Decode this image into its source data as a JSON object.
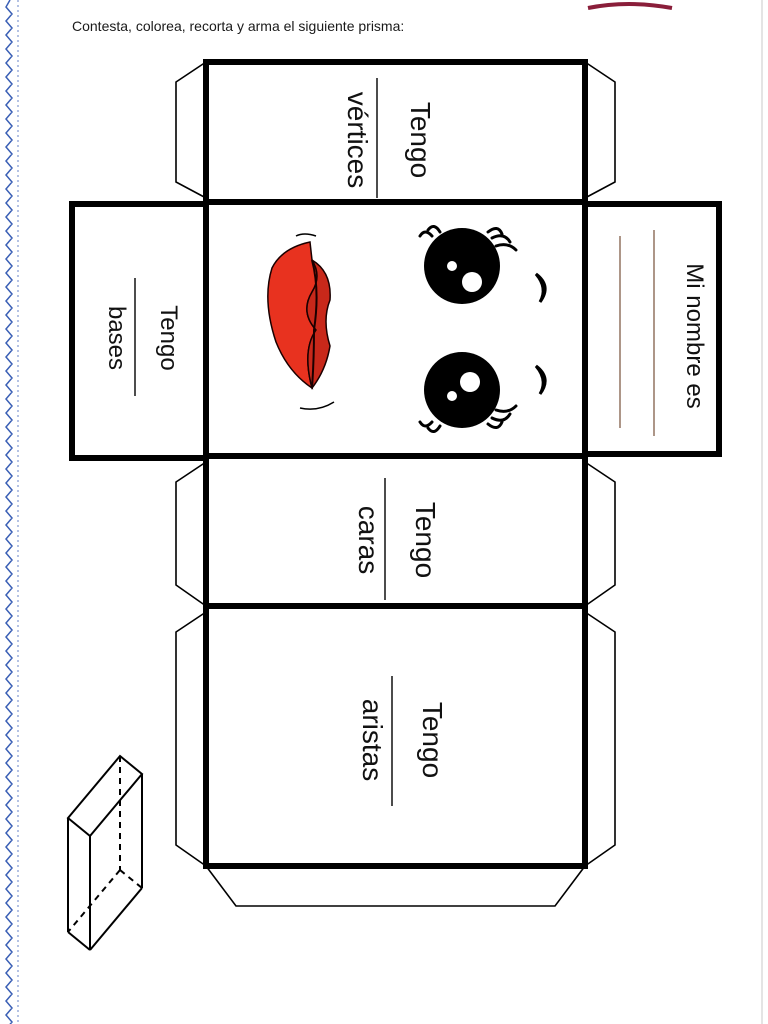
{
  "header": {
    "instructions": "Contesta, colorea, recorta y arma el siguiente prisma:"
  },
  "net": {
    "top_face": {
      "line1": "Tengo",
      "line2": "vértices"
    },
    "left_face": {
      "line1": "Tengo",
      "line2": "bases"
    },
    "right_face": {
      "line1": "Mi nombre es"
    },
    "middle_face": {
      "line1": "Tengo",
      "line2": "caras"
    },
    "bottom_face": {
      "line1": "Tengo",
      "line2": "aristas"
    }
  },
  "colors": {
    "lips_red": "#e8321f",
    "lips_dark": "#b01a10",
    "border_blue": "#3a5fb5",
    "writing_line": "#8a6a55"
  }
}
